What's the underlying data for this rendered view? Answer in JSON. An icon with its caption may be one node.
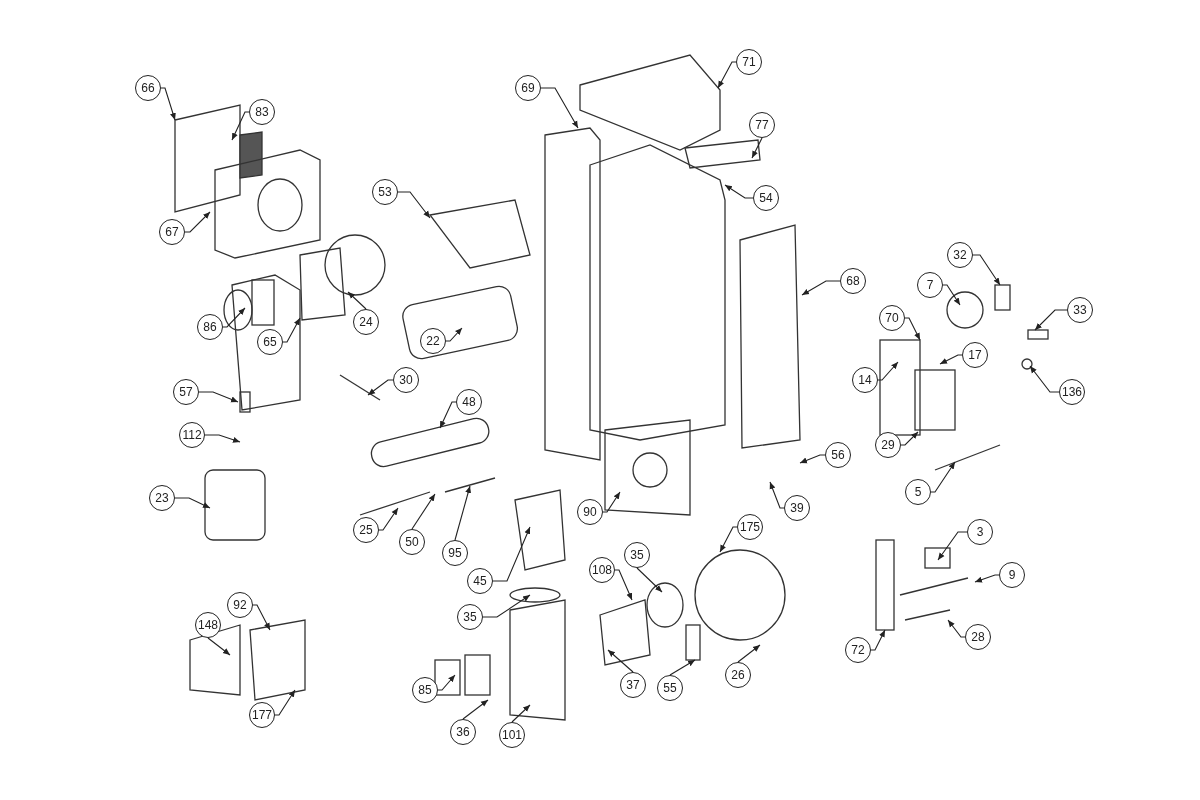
{
  "diagram": {
    "nodes": [
      {
        "text": [
          "71"
        ]
      },
      {
        "text": [
          "66"
        ]
      },
      {
        "text": [
          "69"
        ]
      },
      {
        "text": [
          "83"
        ]
      },
      {
        "text": [
          "77"
        ]
      },
      {
        "text": [
          "53"
        ]
      },
      {
        "text": [
          "54"
        ]
      },
      {
        "text": [
          "67"
        ]
      },
      {
        "text": [
          "32"
        ]
      },
      {
        "text": [
          "68"
        ]
      },
      {
        "text": [
          "7"
        ]
      },
      {
        "text": [
          "70"
        ]
      },
      {
        "text": [
          "33"
        ]
      },
      {
        "text": [
          "24"
        ]
      },
      {
        "text": [
          "86"
        ]
      },
      {
        "text": [
          "22"
        ]
      },
      {
        "text": [
          "65"
        ]
      },
      {
        "text": [
          "17"
        ]
      },
      {
        "text": [
          "136"
        ]
      },
      {
        "text": [
          "14"
        ]
      },
      {
        "text": [
          "30"
        ]
      },
      {
        "text": [
          "57"
        ]
      },
      {
        "text": [
          "48"
        ]
      },
      {
        "text": [
          "112"
        ]
      },
      {
        "text": [
          "29"
        ]
      },
      {
        "text": [
          "56"
        ]
      },
      {
        "text": [
          "5"
        ]
      },
      {
        "text": [
          "23"
        ]
      },
      {
        "text": [
          "39"
        ]
      },
      {
        "text": [
          "90"
        ]
      },
      {
        "text": [
          "175"
        ]
      },
      {
        "text": [
          "25"
        ]
      },
      {
        "text": [
          "3"
        ]
      },
      {
        "text": [
          "50"
        ]
      },
      {
        "text": [
          "95"
        ]
      },
      {
        "text": [
          "35"
        ]
      },
      {
        "text": [
          "108"
        ]
      },
      {
        "text": [
          "9"
        ]
      },
      {
        "text": [
          "45"
        ]
      },
      {
        "text": [
          "92"
        ]
      },
      {
        "text": [
          "35"
        ]
      },
      {
        "text": [
          "148"
        ]
      },
      {
        "text": [
          "28"
        ]
      },
      {
        "text": [
          "72"
        ]
      },
      {
        "text": [
          "26"
        ]
      },
      {
        "text": [
          "37"
        ]
      },
      {
        "text": [
          "55"
        ]
      },
      {
        "text": [
          "85"
        ]
      },
      {
        "text": [
          "177"
        ]
      },
      {
        "text": [
          "36"
        ]
      },
      {
        "text": [
          "101"
        ]
      }
    ],
    "edges": [
      {
        "from": 0,
        "to": null,
        "arrow": "to"
      },
      {
        "from": 1,
        "to": null,
        "arrow": "to"
      },
      {
        "from": 2,
        "to": null,
        "arrow": "to"
      },
      {
        "from": 3,
        "to": null,
        "arrow": "to"
      },
      {
        "from": 4,
        "to": null,
        "arrow": "to"
      },
      {
        "from": 5,
        "to": null,
        "arrow": "to"
      },
      {
        "from": 6,
        "to": null,
        "arrow": "to"
      },
      {
        "from": 7,
        "to": null,
        "arrow": "to"
      },
      {
        "from": 8,
        "to": null,
        "arrow": "to"
      },
      {
        "from": 9,
        "to": null,
        "arrow": "to"
      },
      {
        "from": 10,
        "to": null,
        "arrow": "to"
      },
      {
        "from": 11,
        "to": null,
        "arrow": "to"
      },
      {
        "from": 12,
        "to": null,
        "arrow": "to"
      },
      {
        "from": 13,
        "to": null,
        "arrow": "to"
      },
      {
        "from": 14,
        "to": null,
        "arrow": "to"
      },
      {
        "from": 15,
        "to": null,
        "arrow": "to"
      },
      {
        "from": 16,
        "to": null,
        "arrow": "to"
      },
      {
        "from": 17,
        "to": null,
        "arrow": "to"
      },
      {
        "from": 18,
        "to": null,
        "arrow": "to"
      },
      {
        "from": 19,
        "to": null,
        "arrow": "to"
      },
      {
        "from": 20,
        "to": null,
        "arrow": "to"
      },
      {
        "from": 21,
        "to": null,
        "arrow": "to"
      },
      {
        "from": 22,
        "to": null,
        "arrow": "to"
      },
      {
        "from": 23,
        "to": null,
        "arrow": "to"
      },
      {
        "from": 24,
        "to": null,
        "arrow": "to"
      },
      {
        "from": 25,
        "to": null,
        "arrow": "to"
      },
      {
        "from": 26,
        "to": null,
        "arrow": "to"
      },
      {
        "from": 27,
        "to": null,
        "arrow": "to"
      },
      {
        "from": 28,
        "to": null,
        "arrow": "to"
      },
      {
        "from": 29,
        "to": null,
        "arrow": "to"
      },
      {
        "from": 30,
        "to": null,
        "arrow": "to"
      },
      {
        "from": 31,
        "to": null,
        "arrow": "to"
      },
      {
        "from": 32,
        "to": null,
        "arrow": "to"
      },
      {
        "from": 33,
        "to": null,
        "arrow": "to"
      },
      {
        "from": 34,
        "to": null,
        "arrow": "to"
      },
      {
        "from": 35,
        "to": null,
        "arrow": "to"
      },
      {
        "from": 36,
        "to": null,
        "arrow": "to"
      },
      {
        "from": 37,
        "to": null,
        "arrow": "to"
      },
      {
        "from": 38,
        "to": null,
        "arrow": "to"
      },
      {
        "from": 39,
        "to": null,
        "arrow": "to"
      },
      {
        "from": 40,
        "to": null,
        "arrow": "to"
      },
      {
        "from": 41,
        "to": null,
        "arrow": "to"
      },
      {
        "from": 42,
        "to": null,
        "arrow": "to"
      },
      {
        "from": 43,
        "to": null,
        "arrow": "to"
      },
      {
        "from": 44,
        "to": null,
        "arrow": "to"
      },
      {
        "from": 45,
        "to": null,
        "arrow": "to"
      },
      {
        "from": 46,
        "to": null,
        "arrow": "to"
      },
      {
        "from": 47,
        "to": null,
        "arrow": "to"
      },
      {
        "from": 48,
        "to": null,
        "arrow": "to"
      },
      {
        "from": 49,
        "to": null,
        "arrow": "to"
      },
      {
        "from": 50,
        "to": null,
        "arrow": "to"
      }
    ]
  }
}
